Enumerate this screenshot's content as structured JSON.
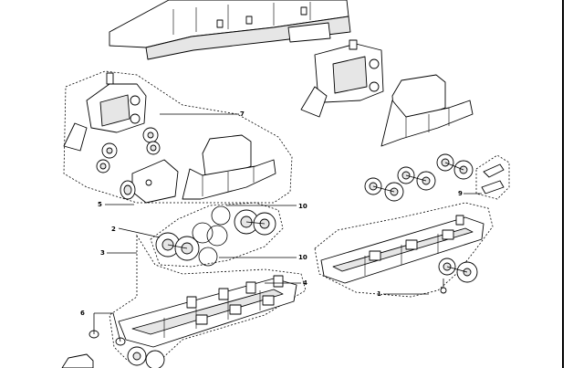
{
  "callouts": {
    "c1": "1",
    "c2": "2",
    "c3": "3",
    "c4": "4",
    "c5": "5",
    "c6": "6",
    "c7": "7",
    "c9": "9",
    "c10a": "10",
    "c10b": "10"
  }
}
